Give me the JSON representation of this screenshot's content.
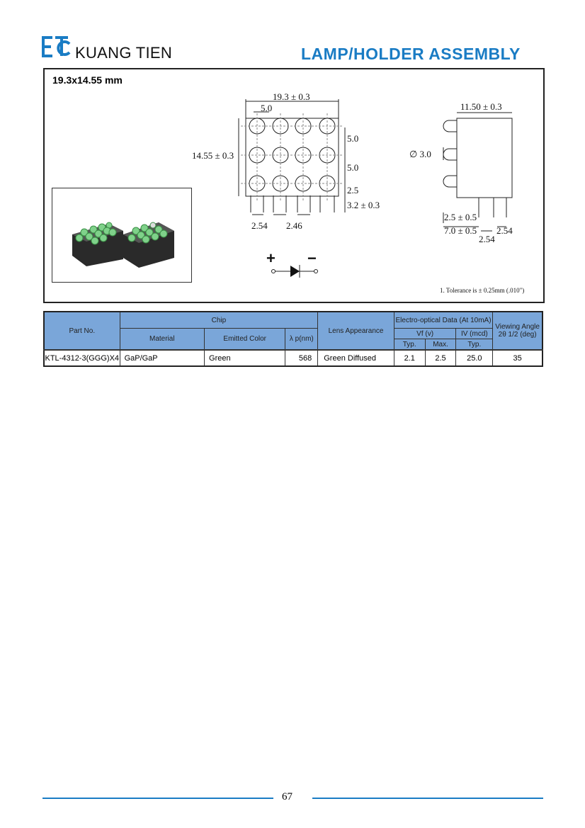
{
  "header": {
    "brand": "KUANG TIEN",
    "title": "LAMP/HOLDER ASSEMBLY"
  },
  "package": {
    "size": "19.3x14.55 mm"
  },
  "dimensions": {
    "width": "19.3 ± 0.3",
    "pitch_x": "5.0",
    "height": "14.55 ± 0.3",
    "pitch_y1": "5.0",
    "pitch_y2": "5.0",
    "bottom": "2.5",
    "lead": "3.2 ± 0.3",
    "lead_pitch1": "2.54",
    "lead_pitch2": "2.46",
    "depth": "11.50 ± 0.3",
    "diameter": "∅ 3.0",
    "side_a": "2.5 ± 0.5",
    "side_b": "7.0 ± 0.5",
    "side_c": "2.54",
    "side_d": "2.54",
    "plus": "+",
    "minus": "−",
    "note": "1. Tolerance is ± 0.25mm (.010\")"
  },
  "table": {
    "headers": {
      "part": "Part No.",
      "chip": "Chip",
      "material": "Material",
      "color": "Emitted Color",
      "lambda": "λ p(nm)",
      "lens": "Lens Appearance",
      "eo": "Electro-optical Data (At 10mA)",
      "vf": "Vf  (v)",
      "iv": "IV  (mcd)",
      "typ1": "Typ.",
      "max": "Max.",
      "typ2": "Typ.",
      "angle": "Viewing Angle 2θ 1/2 (deg)"
    },
    "rows": [
      {
        "part": "KTL-4312-3(GGG)X4",
        "material": "GaP/GaP",
        "color": "Green",
        "lambda": "568",
        "lens": "Green Diffused",
        "vf_typ": "2.1",
        "vf_max": "2.5",
        "iv_typ": "25.0",
        "angle": "35"
      }
    ]
  },
  "footer": {
    "page": "67"
  },
  "colors": {
    "accent": "#1a7cc4",
    "table_header": "#7aa6d9"
  }
}
